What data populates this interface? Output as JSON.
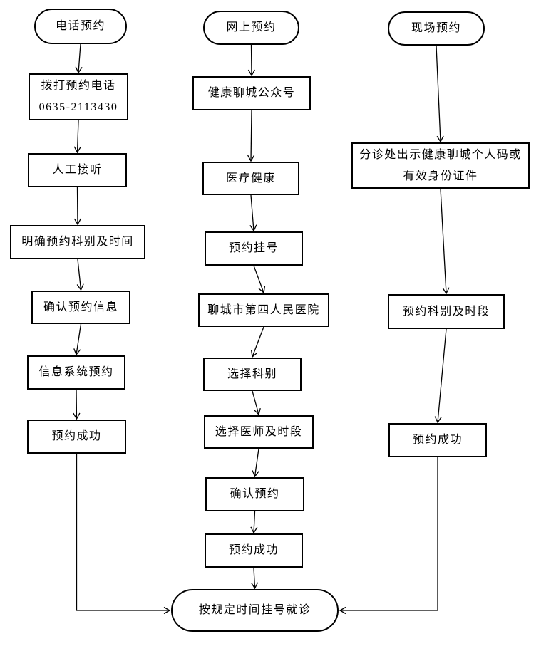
{
  "canvas": {
    "background": "#ffffff",
    "line_color": "#000000",
    "box_border_color": "#000000",
    "text_color": "#000000"
  },
  "flowchart": {
    "columns": [
      {
        "id": "phone",
        "title": "电话预约"
      },
      {
        "id": "online",
        "title": "网上预约"
      },
      {
        "id": "onsite",
        "title": "现场预约"
      }
    ],
    "nodes": {
      "phone_start": {
        "shape": "stadium",
        "label": "电话预约"
      },
      "phone_dial": {
        "shape": "rect",
        "label": "拨打预约电话\n0635-2113430"
      },
      "phone_answer": {
        "shape": "rect",
        "label": "人工接听"
      },
      "phone_dept_time": {
        "shape": "rect",
        "label": "明确预约科别及时间"
      },
      "phone_confirm_info": {
        "shape": "rect",
        "label": "确认预约信息"
      },
      "phone_system": {
        "shape": "rect",
        "label": "信息系统预约"
      },
      "phone_success": {
        "shape": "rect",
        "label": "预约成功"
      },
      "online_start": {
        "shape": "stadium",
        "label": "网上预约"
      },
      "online_gzh": {
        "shape": "rect",
        "label": "健康聊城公众号"
      },
      "online_health": {
        "shape": "rect",
        "label": "医疗健康"
      },
      "online_register": {
        "shape": "rect",
        "label": "预约挂号"
      },
      "online_hospital": {
        "shape": "rect",
        "label": "聊城市第四人民医院"
      },
      "online_dept": {
        "shape": "rect",
        "label": "选择科别"
      },
      "online_doctor": {
        "shape": "rect",
        "label": "选择医师及时段"
      },
      "online_confirm": {
        "shape": "rect",
        "label": "确认预约"
      },
      "online_success": {
        "shape": "rect",
        "label": "预约成功"
      },
      "onsite_start": {
        "shape": "stadium",
        "label": "现场预约"
      },
      "onsite_code": {
        "shape": "rect",
        "label": "分诊处出示健康聊城个人码或\n有效身份证件"
      },
      "onsite_dept": {
        "shape": "rect",
        "label": "预约科别及时段"
      },
      "onsite_success": {
        "shape": "rect",
        "label": "预约成功"
      },
      "end": {
        "shape": "stadium",
        "label": "按规定时间挂号就诊"
      }
    },
    "edges": [
      {
        "from": "phone_start",
        "to": "phone_dial",
        "type": "v"
      },
      {
        "from": "phone_dial",
        "to": "phone_answer",
        "type": "v"
      },
      {
        "from": "phone_answer",
        "to": "phone_dept_time",
        "type": "v"
      },
      {
        "from": "phone_dept_time",
        "to": "phone_confirm_info",
        "type": "v"
      },
      {
        "from": "phone_confirm_info",
        "to": "phone_system",
        "type": "v"
      },
      {
        "from": "phone_system",
        "to": "phone_success",
        "type": "v"
      },
      {
        "from": "phone_success",
        "to": "end",
        "type": "elbow",
        "side": "left"
      },
      {
        "from": "online_start",
        "to": "online_gzh",
        "type": "v"
      },
      {
        "from": "online_gzh",
        "to": "online_health",
        "type": "v"
      },
      {
        "from": "online_health",
        "to": "online_register",
        "type": "v"
      },
      {
        "from": "online_register",
        "to": "online_hospital",
        "type": "v"
      },
      {
        "from": "online_hospital",
        "to": "online_dept",
        "type": "v"
      },
      {
        "from": "online_dept",
        "to": "online_doctor",
        "type": "v"
      },
      {
        "from": "online_doctor",
        "to": "online_confirm",
        "type": "v"
      },
      {
        "from": "online_confirm",
        "to": "online_success",
        "type": "v"
      },
      {
        "from": "online_success",
        "to": "end",
        "type": "v"
      },
      {
        "from": "onsite_start",
        "to": "onsite_code",
        "type": "v"
      },
      {
        "from": "onsite_code",
        "to": "onsite_dept",
        "type": "v"
      },
      {
        "from": "onsite_dept",
        "to": "onsite_success",
        "type": "v"
      },
      {
        "from": "onsite_success",
        "to": "end",
        "type": "elbow",
        "side": "right"
      }
    ]
  }
}
